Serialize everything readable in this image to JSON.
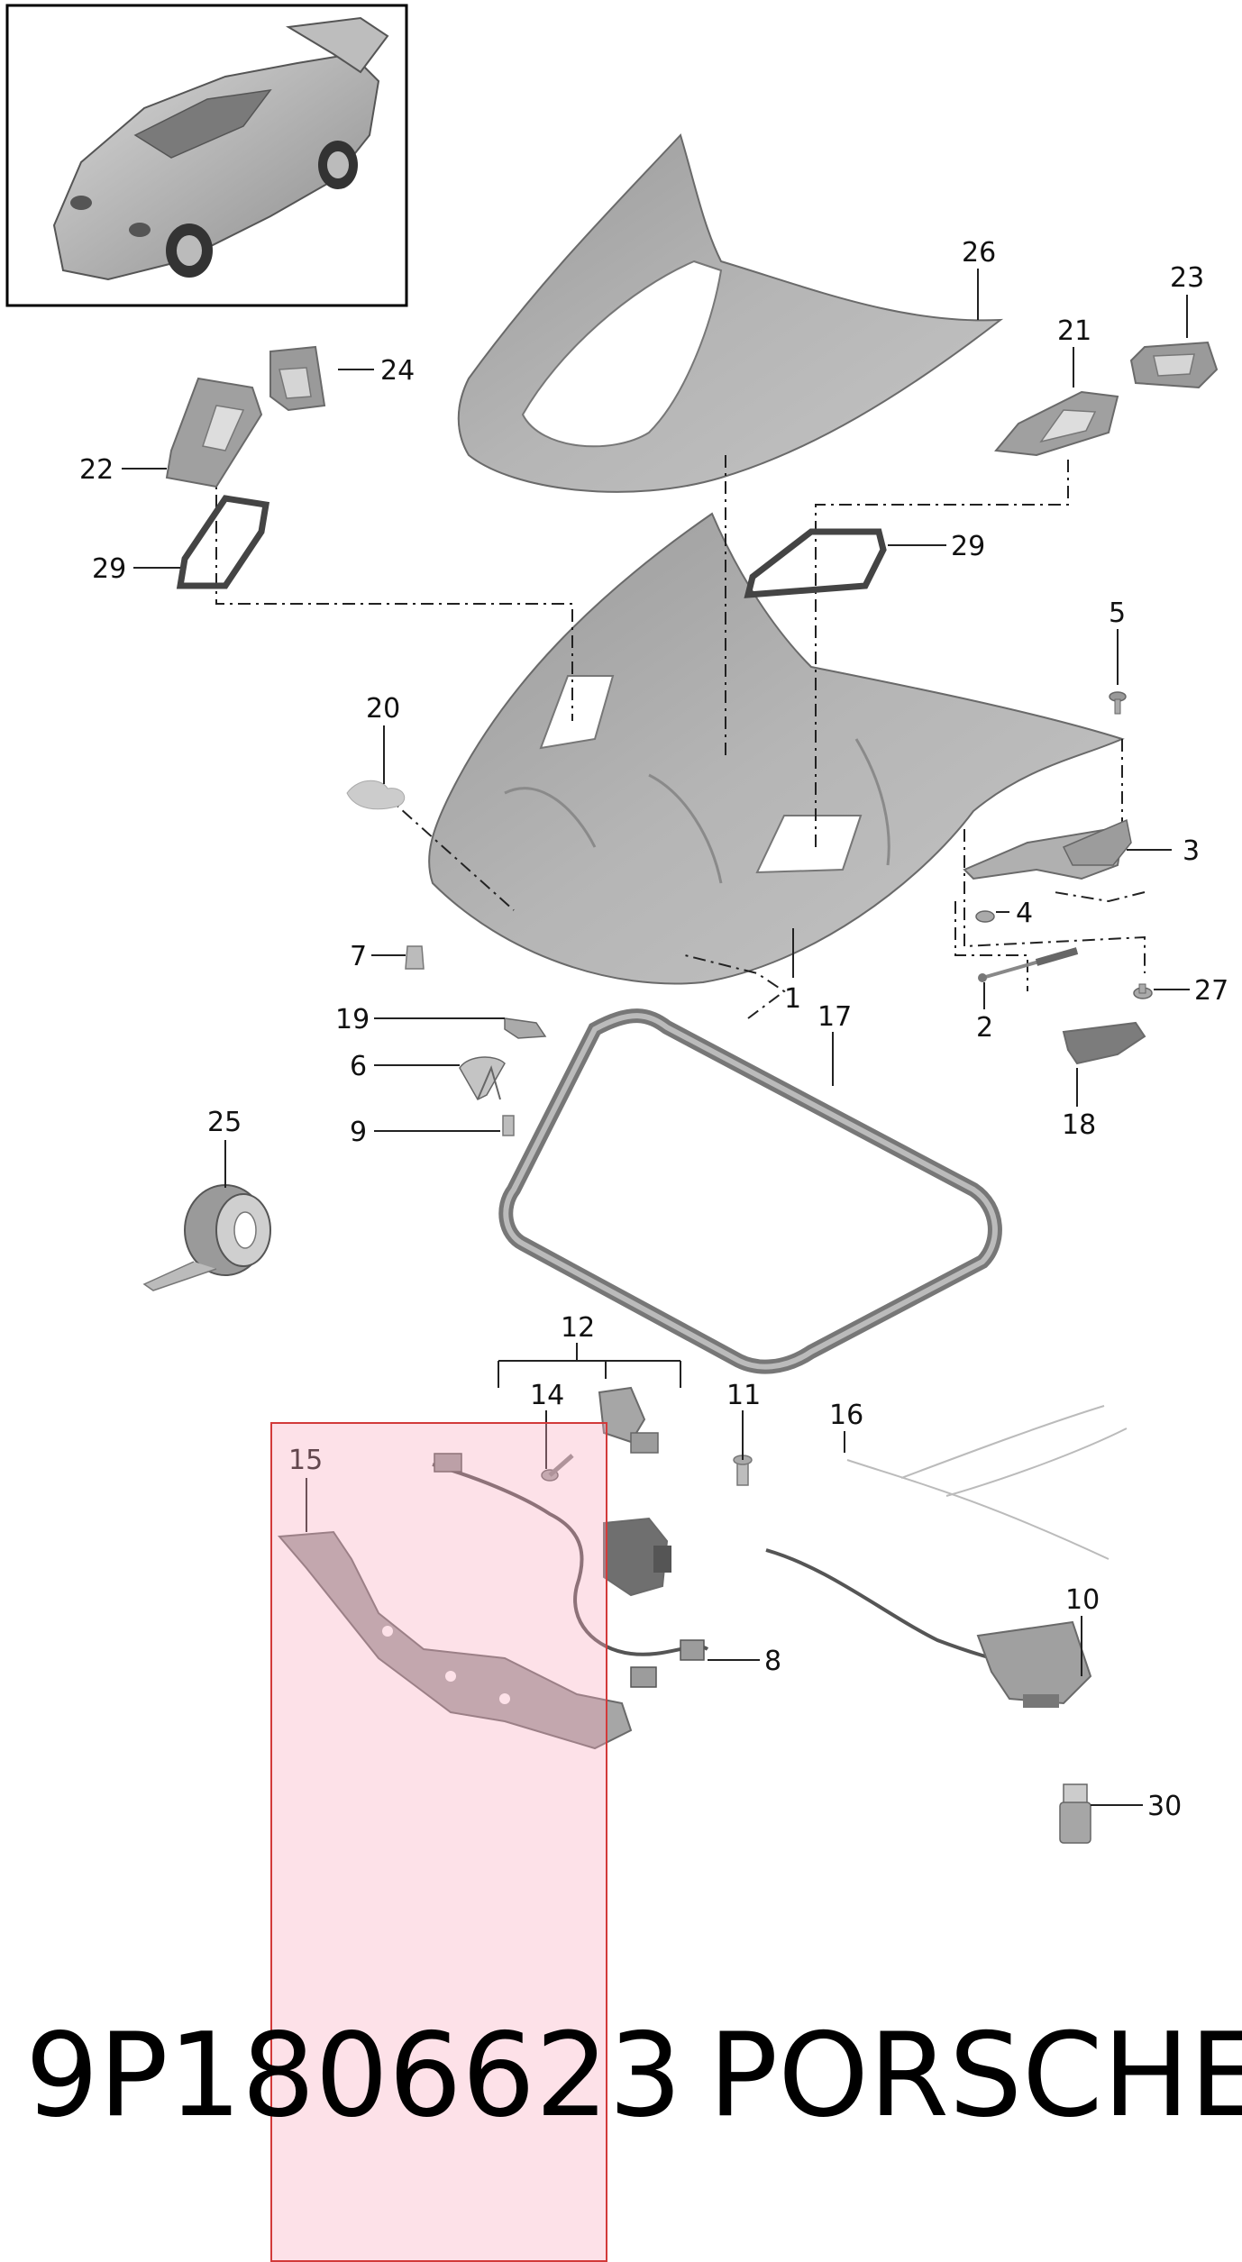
{
  "callouts": {
    "c1": "1",
    "c2": "2",
    "c3": "3",
    "c4": "4",
    "c5": "5",
    "c6": "6",
    "c7": "7",
    "c8": "8",
    "c9": "9",
    "c10": "10",
    "c11": "11",
    "c12": "12",
    "c14": "14",
    "c15": "15",
    "c16": "16",
    "c17": "17",
    "c18": "18",
    "c19": "19",
    "c20": "20",
    "c21": "21",
    "c22": "22",
    "c23": "23",
    "c24": "24",
    "c25": "25",
    "c26": "26",
    "c27": "27",
    "c29a": "29",
    "c29b": "29",
    "c30": "30"
  },
  "footer": {
    "part_number": "9P1806623",
    "brand": "PORSCHE"
  },
  "colors": {
    "highlight_fill": "#f8aabe",
    "highlight_border": "#d23a3a",
    "part_gray": "#a8a8a8"
  }
}
